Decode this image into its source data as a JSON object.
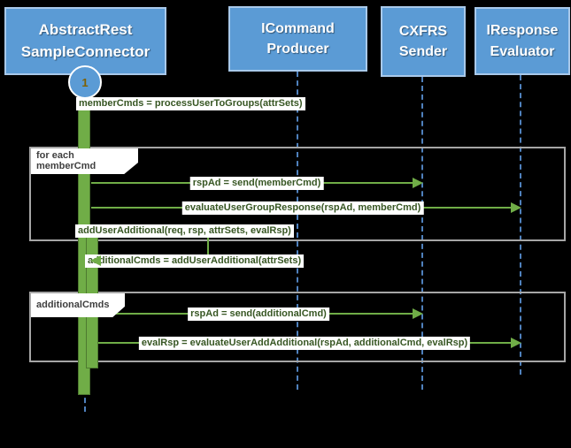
{
  "participants": [
    {
      "line1": "AbstractRest",
      "line2": "SampleConnector"
    },
    {
      "line1": "ICommand",
      "line2": "Producer"
    },
    {
      "line1": "CXFRS",
      "line2": "Sender"
    },
    {
      "line1": "IResponse",
      "line2": "Evaluator"
    }
  ],
  "badge": {
    "label": "1"
  },
  "fragments": [
    {
      "label": "for each memberCmd"
    },
    {
      "label": "additionalCmds"
    }
  ],
  "messages": [
    {
      "text": "memberCmds = processUserToGroups(attrSets)",
      "kind": "self-call",
      "from": "AbstractRest SampleConnector",
      "to": "AbstractRest SampleConnector"
    },
    {
      "text": "rspAd = send(memberCmd)",
      "kind": "call",
      "from": "AbstractRest SampleConnector",
      "to": "CXFRS Sender"
    },
    {
      "text": "evaluateUserGroupResponse(rspAd, memberCmd)",
      "kind": "call",
      "from": "AbstractRest SampleConnector",
      "to": "IResponse Evaluator"
    },
    {
      "text": "addUserAdditional(req, rsp, attrSets, evalRsp)",
      "kind": "self-call",
      "from": "AbstractRest SampleConnector",
      "to": "AbstractRest SampleConnector"
    },
    {
      "text": "additionalCmds = addUserAdditional(attrSets)",
      "kind": "self-return",
      "from": "AbstractRest SampleConnector",
      "to": "AbstractRest SampleConnector"
    },
    {
      "text": "rspAd = send(additionalCmd)",
      "kind": "call",
      "from": "AbstractRest SampleConnector",
      "to": "CXFRS Sender"
    },
    {
      "text": "evalRsp = evaluateUserAddAdditional(rspAd, additionalCmd, evalRsp)",
      "kind": "call",
      "from": "AbstractRest SampleConnector",
      "to": "IResponse Evaluator"
    }
  ],
  "colors": {
    "background": "#000000",
    "participant_fill": "#5b9bd5",
    "participant_border": "#a9c9ea",
    "participant_text": "#ffffff",
    "lifeline": "#4f81bd",
    "activation_fill": "#70ad47",
    "activation_border": "#4e7a30",
    "message_line": "#70ad47",
    "message_text": "#375623",
    "fragment_border": "#a6a6a6",
    "fragment_label_text": "#3f3f3f",
    "badge_number": "#7f6000"
  }
}
